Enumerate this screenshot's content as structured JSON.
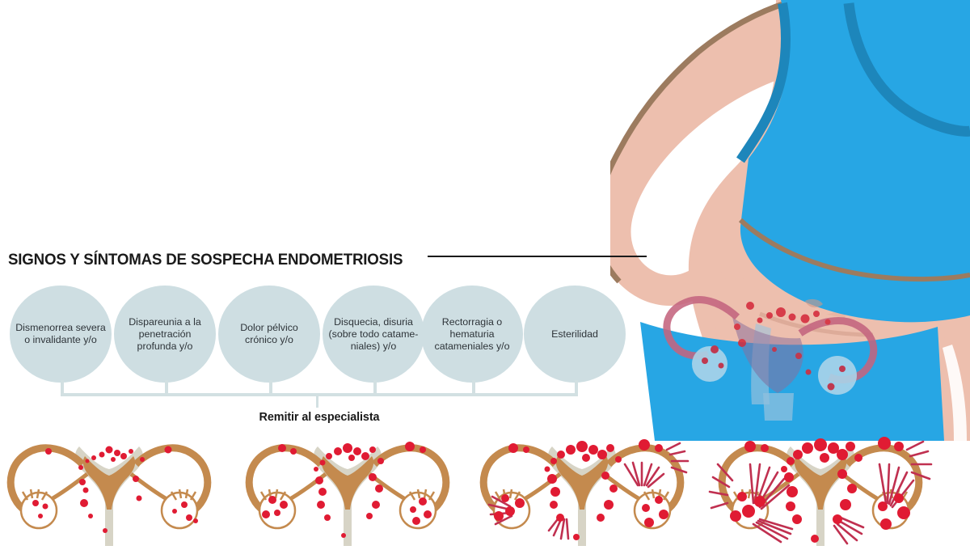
{
  "header": {
    "title": "SIGNOS Y SÍNTOMAS DE SOSPECHA ENDOMETRIOSIS",
    "rule_color": "#1a1a1a"
  },
  "symptoms": {
    "circle_fill": "#cedee2",
    "text_color": "#2e3439",
    "items": [
      {
        "label": "Dismenorrea severa o invalidante y/o"
      },
      {
        "label": "Dispareunia a la penetración profunda y/o"
      },
      {
        "label": "Dolor pélvico crónico y/o"
      },
      {
        "label": "Disquecia, disuria (sobre todo catame- niales) y/o"
      },
      {
        "label": "Rectorragia o hematuria catameniales y/o"
      },
      {
        "label": "Esterilidad"
      }
    ]
  },
  "bracket": {
    "color": "#d2e0e2",
    "caption": "Remitir al especialista"
  },
  "illustration": {
    "woman": {
      "skin": "#edbfae",
      "skin_shadow": "#e3a795",
      "outline": "#9c7b5f",
      "top_blue": "#27a6e4",
      "top_blue_dark": "#1d86bb",
      "description": "mujer con top azul, mano en la cadera, útero sobreimpreso con lesiones"
    },
    "uterus_overlay": {
      "tube_color": "#c4657f",
      "body_color": "#9fc4dd",
      "lesion_color": "#d42a3c"
    }
  },
  "uterus_stages": {
    "tube_color": "#c48a4e",
    "body_color": "#d7d4c6",
    "ovary_fill": "#ffffff",
    "lesion_color": "#e01b33",
    "adhesion_color": "#c03050",
    "stages": [
      {
        "name": "estadio-1",
        "lesions": "leves",
        "adhesions": 0
      },
      {
        "name": "estadio-2",
        "lesions": "moderadas",
        "adhesions": 0
      },
      {
        "name": "estadio-3",
        "lesions": "severas",
        "adhesions": 3
      },
      {
        "name": "estadio-4",
        "lesions": "muy severas",
        "adhesions": 6
      }
    ]
  }
}
